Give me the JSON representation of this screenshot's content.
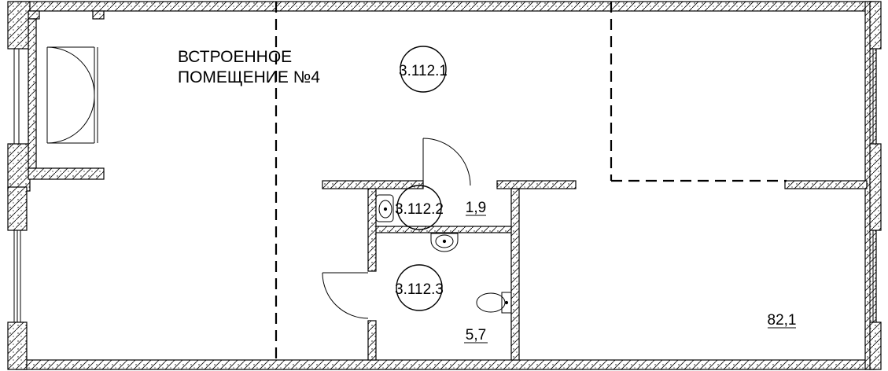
{
  "plan": {
    "title_line1": "ВСТРОЕННОЕ",
    "title_line2": "ПОМЕЩЕНИЕ №4",
    "rooms": [
      {
        "code": "3.112.1",
        "area": "82,1"
      },
      {
        "code": "3.112.2",
        "area": "1,9"
      },
      {
        "code": "3.112.3",
        "area": "5,7"
      }
    ]
  }
}
